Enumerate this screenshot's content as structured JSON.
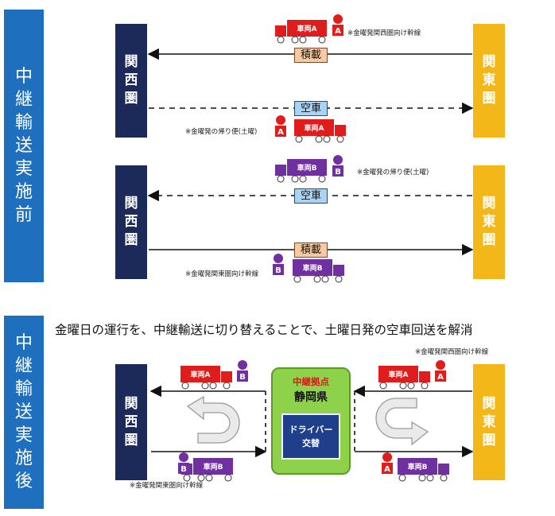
{
  "colors": {
    "accent_blue": "#1f6fbf",
    "kansai_navy": "#1c2a5a",
    "kanto_yellow": "#f3b71a",
    "truck_red": "#e01d1d",
    "truck_purple": "#7030a0",
    "load_label": "#f9caa1",
    "empty_label": "#a9d3f2",
    "hub_green": "#8ed14a"
  },
  "section_before": {
    "label_chars": [
      "中",
      "継",
      "輸",
      "送",
      "実",
      "施",
      "前"
    ]
  },
  "section_after": {
    "label_chars": [
      "中",
      "継",
      "輸",
      "送",
      "実",
      "施",
      "後"
    ],
    "headline": "金曜日の運行を、中継輸送に切り替えることで、土曜日発の空車回送を解消"
  },
  "regions": {
    "kansai_chars": [
      "関",
      "西",
      "圏"
    ],
    "kanto_chars": [
      "関",
      "東",
      "圏"
    ]
  },
  "labels": {
    "loaded": "積載",
    "empty": "空車"
  },
  "trucks": {
    "a": "車両A",
    "b": "車両B"
  },
  "drivers": {
    "a": "A",
    "b": "B"
  },
  "notes": {
    "fri_to_kansai": "※金曜発関西圏向け幹線",
    "fri_return_sat": "※金曜発の帰り便(土曜)",
    "fri_to_kanto": "※金曜発関東圏向け幹線"
  },
  "hub": {
    "title": "中継拠点",
    "location": "静岡県",
    "action_line1": "ドライバー",
    "action_line2": "交替"
  },
  "icons": [
    "truck-icon",
    "driver-icon",
    "u-turn-arrow-icon",
    "arrow-icon"
  ]
}
